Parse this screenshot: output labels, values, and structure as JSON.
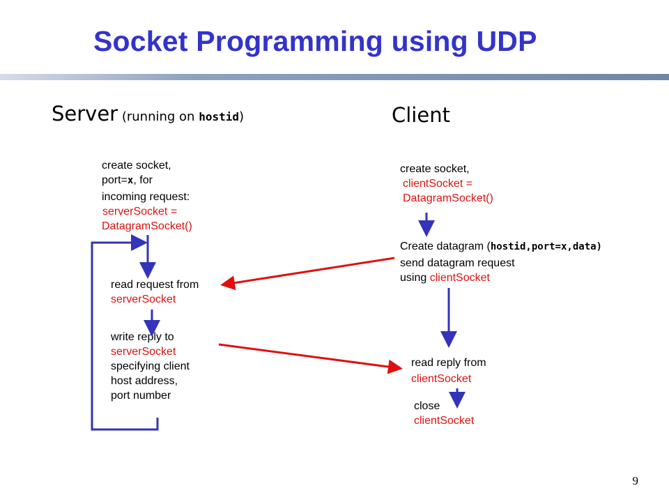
{
  "title": "Socket Programming using UDP",
  "server_heading": {
    "label": "Server",
    "paren_open": " (running on ",
    "host": "hostid",
    "paren_close": ")"
  },
  "client_heading": "Client",
  "server_steps": {
    "create": {
      "line1": "create socket,",
      "line2_prefix": "port=",
      "line2_port": "x",
      "line2_suffix": ", for",
      "line3": "incoming request:",
      "code1": "serverSocket =",
      "code2": "DatagramSocket()"
    },
    "read": {
      "line1": "read request from",
      "code1": "serverSocket"
    },
    "write": {
      "line1": "write reply to",
      "code1": "serverSocket",
      "line2": "specifying client",
      "line3": "host address,",
      "line4": "port number"
    }
  },
  "client_steps": {
    "create": {
      "line1": "create socket,",
      "code1": "clientSocket =",
      "code2": "DatagramSocket()"
    },
    "datagram": {
      "line1_prefix": "Create datagram (",
      "line1_code": "hostid,port=x,data)",
      "line2": "send datagram request",
      "line3_prefix": "using ",
      "line3_code": "clientSocket"
    },
    "read": {
      "line1": "read reply from",
      "code1": "clientSocket"
    },
    "close": {
      "line1": "close",
      "code1": "clientSocket"
    }
  },
  "page_number": "9",
  "colors": {
    "title": "#3333cc",
    "code": "#e01010",
    "flow_arrow": "#3333bb",
    "message_arrow": "#e01010"
  }
}
